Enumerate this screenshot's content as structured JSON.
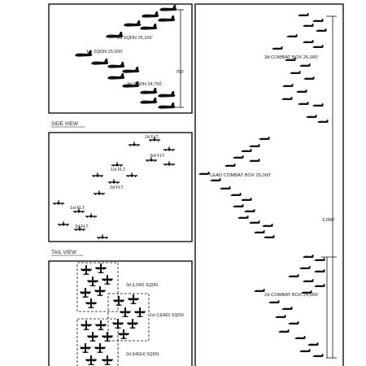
{
  "colors": {
    "ink": "#111111",
    "paper": "#ffffff"
  },
  "icons": {
    "side": "bomber-side-silhouette-icon",
    "tail": "bomber-tail-silhouette-icon",
    "top": "bomber-top-silhouette-icon",
    "plan": "bomber-plan-dash-icon"
  },
  "side_view": {
    "caption": "SIDE  VIEW",
    "labels": {
      "sqdn2": "2d SQDN 25,100'",
      "sqdn1": "1st SQDN 25,000'",
      "sqdn3": "3d SQDN 24,750"
    },
    "height_label": "750'"
  },
  "tail_view": {
    "caption": "TAIL  VIEW",
    "labels": {
      "flt2_top": "2d FLT.",
      "flt3": "3rd FLT.",
      "flt1_mid": "1st FLT.",
      "flt2_mid": "2d FLT.",
      "flt1_low": "1st FLT.",
      "flt2_low": "2d FLT."
    }
  },
  "top_view": {
    "labels": {
      "low": "3d (LOW) SQDN.",
      "lead": "1st (LEAD) SQDN.",
      "high": "2d (HIGH) SQDN."
    }
  },
  "plan_view": {
    "labels": {
      "box3": "3d COMBAT BOX 26,000'",
      "lead": "LEAD COMBAT BOX 25,000'",
      "box2": "2d COMBAT BOX 24,000'"
    },
    "dimension_label": "3,000'"
  }
}
